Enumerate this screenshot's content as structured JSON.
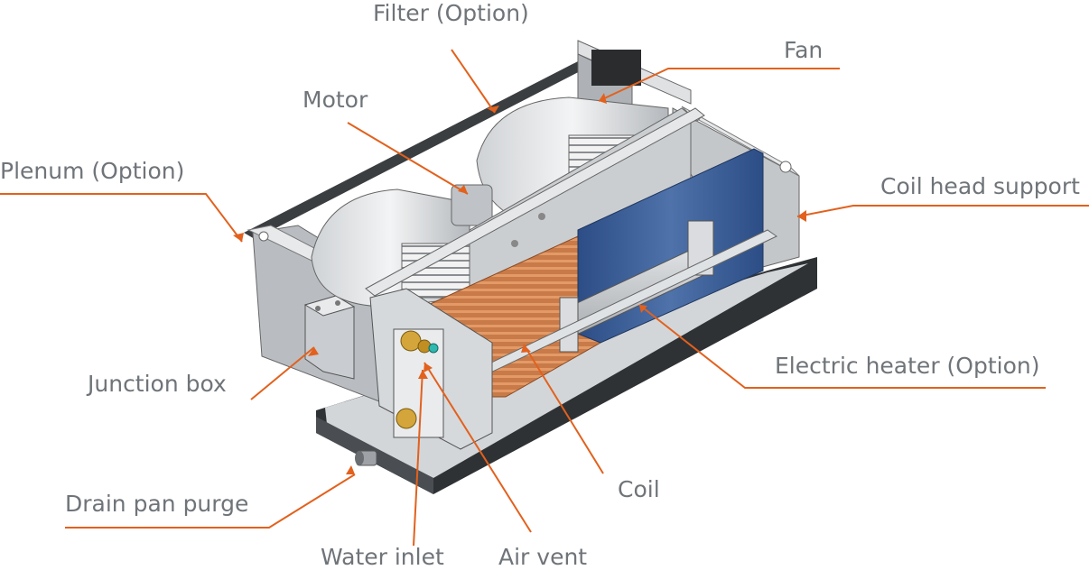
{
  "colors": {
    "leader": "#e2611d",
    "label_text": "#6f7479",
    "coil_copper": "#c9743f",
    "heater_blue": "#3d5f96",
    "casing": "#c7cacd",
    "pan": "#3a3d40"
  },
  "labels": {
    "filter": "Filter (Option)",
    "fan": "Fan",
    "motor": "Motor",
    "plenum": "Plenum (Option)",
    "coil_head_support": "Coil head support",
    "junction_box": "Junction box",
    "electric_heater": "Electric heater (Option)",
    "coil": "Coil",
    "drain_pan_purge": "Drain pan purge",
    "water_inlet": "Water inlet",
    "air_vent": "Air vent"
  },
  "icons": [
    "arrow-head-icon"
  ]
}
